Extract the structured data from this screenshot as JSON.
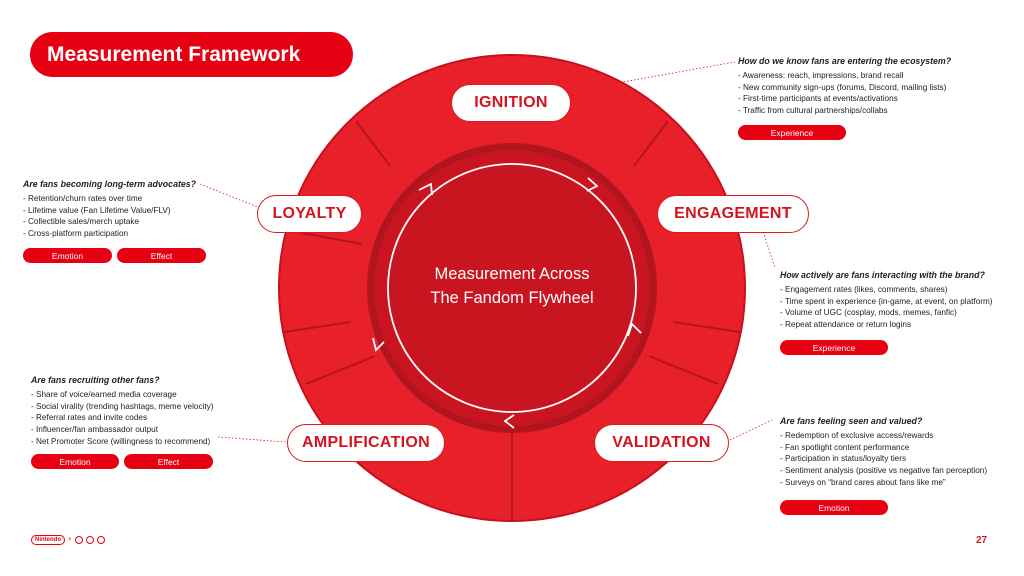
{
  "title": "Measurement Framework",
  "center": {
    "line1": "Measurement Across",
    "line2": "The Fandom Flywheel"
  },
  "stages": {
    "ignition": "IGNITION",
    "engagement": "ENGAGEMENT",
    "validation": "VALIDATION",
    "amplification": "AMPLIFICATION",
    "loyalty": "LOYALTY"
  },
  "blocks": {
    "ignition": {
      "question": "How do we know fans are entering the ecosystem?",
      "items": [
        "- Awareness: reach, impressions, brand recall",
        "- New community sign-ups (forums, Discord, mailing lists)",
        "- First-time participants at events/activations",
        "- Traffic from cultural partnerships/collabs"
      ],
      "tags": [
        "Experience"
      ]
    },
    "engagement": {
      "question": "How actively are fans interacting with the brand?",
      "items": [
        "- Engagement rates (likes, comments, shares)",
        "- Time spent in experience (in-game, at event, on platform)",
        "- Volume of UGC (cosplay, mods, memes, fanfic)",
        "- Repeat attendance or return logins"
      ],
      "tags": [
        "Experience"
      ]
    },
    "validation": {
      "question": "Are fans feeling seen and valued?",
      "items": [
        "- Redemption of exclusive access/rewards",
        "- Fan spotlight content performance",
        "- Participation in status/loyalty tiers",
        "- Sentiment analysis (positive vs negative fan perception)",
        "- Surveys on “brand cares about fans like me”"
      ],
      "tags": [
        "Emotion"
      ]
    },
    "amplification": {
      "question": "Are fans recruiting other fans?",
      "items": [
        "- Share of voice/earned media coverage",
        "- Social virality (trending hashtags, meme velocity)",
        "- Referral rates and invite codes",
        "- Influencer/fan ambassador output",
        "- Net Promoter Score (willingness to recommend)"
      ],
      "tags": [
        "Emotion",
        "Effect"
      ]
    },
    "loyalty": {
      "question": "Are fans becoming long-term advocates?",
      "items": [
        "- Retention/churn rates over time",
        "- Lifetime value (Fan Lifetime Value/FLV)",
        "- Collectible sales/merch uptake",
        "- Cross-platform participation"
      ],
      "tags": [
        "Emotion",
        "Effect"
      ]
    }
  },
  "footer": {
    "logo": "Nintendo",
    "page": "27"
  },
  "colors": {
    "red": "#e60012",
    "ring": "#e8202a",
    "ring_edge": "#c8101c",
    "inner": "#b3151e"
  }
}
